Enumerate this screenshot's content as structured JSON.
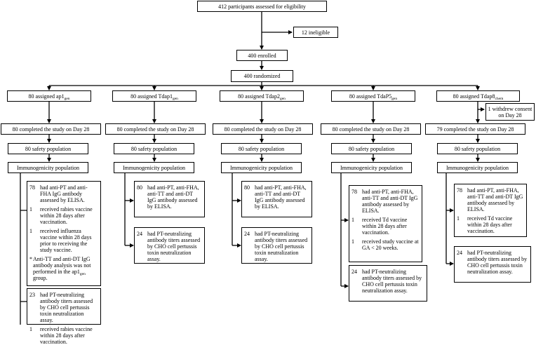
{
  "eligibility": "412 participants assessed for eligibility",
  "ineligible": "12 ineligible",
  "enrolled": "400 enrolled",
  "randomized": "400 randomized",
  "arms": [
    {
      "assigned_pre": "80 assigned ap1",
      "assigned_sub": "gen",
      "completed": "80 completed the study on Day 28",
      "safety": "80 safety population",
      "immuno": "Immunogenicity population",
      "box1": [
        {
          "n": "78",
          "t": "had anti-PT and anti-FHA IgG antibody assessed by ELISA."
        },
        {
          "n": "1",
          "t": "received rabies vaccine within 28 days after vaccination."
        },
        {
          "n": "1",
          "t": "received influenza vaccine within 28 days prior to receiving the study vaccine."
        }
      ],
      "note_mark": "*",
      "note_text": "Anti-TT and anti-DT IgG antibody analysis was not performed in the ap1",
      "note_sub": "gen",
      "note_end": "group.",
      "box2": [
        {
          "n": "23",
          "t": "had PT-neutralizing antibody titers assessed by CHO cell pertussis toxin neutralization assay."
        },
        {
          "n": "1",
          "t": "received rabies vaccine within 28 days after vaccination."
        }
      ]
    },
    {
      "assigned_pre": "80 assigned Tdap1",
      "assigned_sub": "gen",
      "completed": "80 completed the study on Day 28",
      "safety": "80 safety population",
      "immuno": "Immunogenicity population",
      "box1": [
        {
          "n": "80",
          "t": "had anti-PT, anti-FHA, anti-TT and anti-DT IgG antibody assessed by ELISA."
        }
      ],
      "box2": [
        {
          "n": "24",
          "t": "had PT-neutralizing antibody titers assessed by CHO cell pertussis toxin neutralization assay."
        }
      ]
    },
    {
      "assigned_pre": "80 assigned Tdap2",
      "assigned_sub": "gen",
      "completed": "80 completed the study on Day 28",
      "safety": "80 safety population",
      "immuno": "Immunogenicity population",
      "box1": [
        {
          "n": "80",
          "t": "had anti-PT, anti-FHA, anti-TT and anti-DT IgG antibody assessed by ELISA."
        }
      ],
      "box2": [
        {
          "n": "24",
          "t": "had PT-neutralizing antibody titers assessed by CHO cell pertussis toxin neutralization assay."
        }
      ]
    },
    {
      "assigned_pre": "80 assigned TdaP5",
      "assigned_sub": "gen",
      "completed": "80 completed the study on Day 28",
      "safety": "80 safety population",
      "immuno": "Immunogenicity population",
      "box1": [
        {
          "n": "78",
          "t": "had anti-PT, anti-FHA, anti-TT and anti-DT IgG antibody assessed by ELISA."
        },
        {
          "n": "1",
          "t": "received Td vaccine within 28 days after vaccination."
        },
        {
          "n": "1",
          "t": "received study vaccine at GA < 20 weeks."
        }
      ],
      "box2": [
        {
          "n": "24",
          "t": "had PT-neutralizing antibody titers assessed by CHO cell pertussis toxin neutralization assay."
        }
      ]
    },
    {
      "assigned_pre": "80 assigned Tdap8",
      "assigned_sub": "chem",
      "withdrew": "1 withdrew consent on Day 28",
      "completed": "79 completed the study on Day 28",
      "safety": "80 safety population",
      "immuno": "Immunogenicity population",
      "box1": [
        {
          "n": "78",
          "t": "had anti-PT, anti-FHA, anti-TT and anti-DT IgG antibody assessed by ELISA."
        },
        {
          "n": "1",
          "t": "received Td vaccine within 28 days after vaccination."
        }
      ],
      "box2": [
        {
          "n": "24",
          "t": "had PT-neutralizing antibody titers assessed by CHO cell pertussis toxin neutralization assay."
        }
      ]
    }
  ]
}
